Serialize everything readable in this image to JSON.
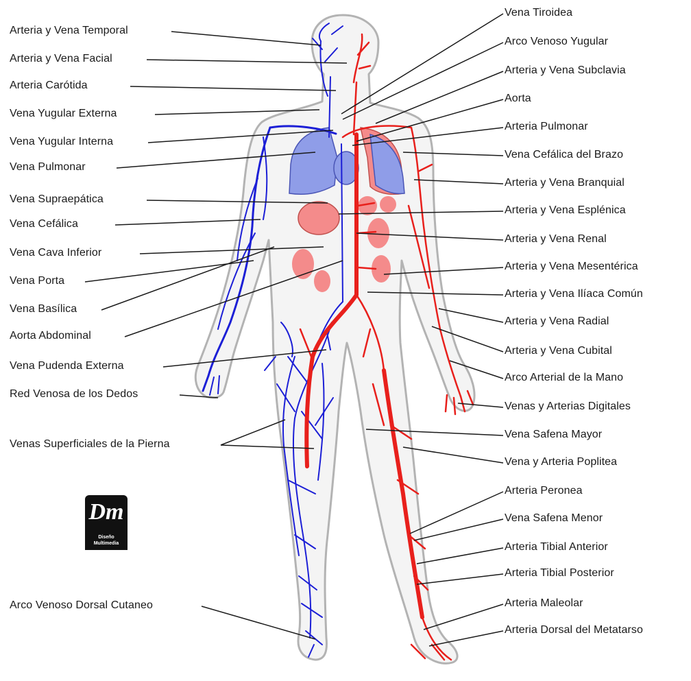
{
  "colors": {
    "artery": "#e8201c",
    "vein": "#1c1fd6",
    "organ": "#f48b8b",
    "lung": "#8f9de8",
    "body_fill": "#f4f4f4",
    "body_outline": "#b3b3b3",
    "leader": "#1a1a1a"
  },
  "labels_left": [
    "Arteria y Vena Temporal",
    "Arteria y Vena Facial",
    "Arteria Carótida",
    "Vena Yugular Externa",
    "Vena Yugular Interna",
    "Vena Pulmonar",
    "Vena  Supraepática",
    "Vena Cefálica",
    "Vena Cava Inferior",
    "Vena Porta",
    "Vena Basílica",
    "Aorta Abdominal",
    "Vena Pudenda Externa",
    "Red Venosa de los Dedos",
    "Venas Superficiales de la Pierna",
    "Arco Venoso Dorsal Cutaneo"
  ],
  "labels_right": [
    "Vena Tiroidea",
    "Arco Venoso Yugular",
    "Arteria y Vena Subclavia",
    "Aorta",
    "Arteria Pulmonar",
    "Vena Cefálica del Brazo",
    "Arteria y Vena Branquial",
    "Arteria y Vena Esplénica",
    "Arteria y Vena Renal",
    "Arteria y Vena Mesentérica",
    "Arteria y Vena Ilíaca Común",
    "Arteria y Vena Radial",
    "Arteria y Vena Cubital",
    "Arco Arterial de la Mano",
    "Venas y Arterias Digitales",
    "Vena Safena Mayor",
    "Vena y Arteria Poplitea",
    "Arteria Peronea",
    "Vena Safena Menor",
    "Arteria Tibial Anterior",
    "Arteria Tibial Posterior",
    "Arteria Maleolar",
    "Arteria Dorsal del Metatarso"
  ],
  "logo": {
    "mark": "Dm",
    "line1": "Diseño",
    "line2": "Multimedia"
  }
}
